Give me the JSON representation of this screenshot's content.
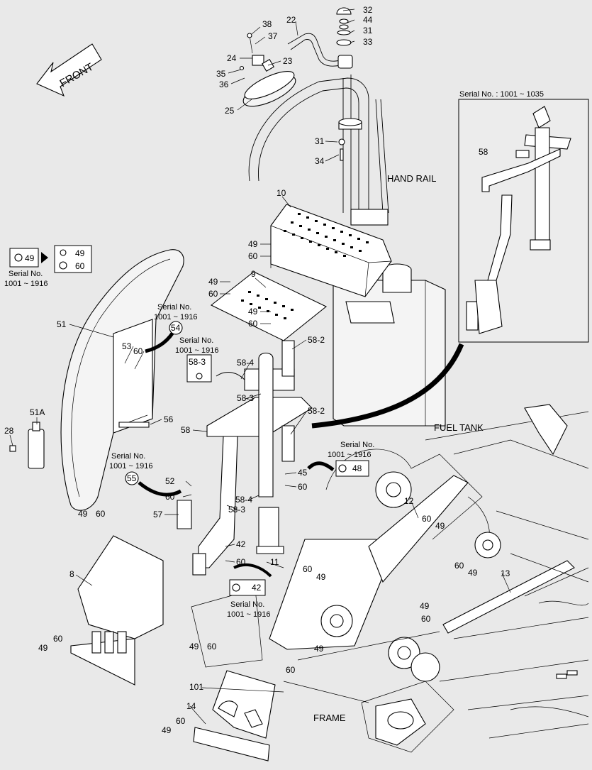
{
  "front_label": "FRONT",
  "labels": {
    "hand_rail": "HAND RAIL",
    "fuel_tank": "FUEL TANK",
    "frame": "FRAME",
    "serial_no": "Serial No.",
    "inset_serial": "Serial No. : 1001 ~ 1035",
    "range_1916": "1001 ~ 1916"
  },
  "circled": {
    "c54": "54",
    "c55": "55"
  },
  "boxed": {
    "b583": "58-3",
    "b48": "48",
    "b42": "42",
    "b49": "49",
    "b49b": "49",
    "b60b": "60"
  },
  "callouts": {
    "n32": "32",
    "n44": "44",
    "n31a": "31",
    "n33": "33",
    "n38": "38",
    "n22": "22",
    "n37": "37",
    "n24": "24",
    "n23": "23",
    "n35": "35",
    "n36": "36",
    "n25": "25",
    "n31b": "31",
    "n34": "34",
    "n10": "10",
    "n49a": "49",
    "n60a": "60",
    "n49b": "49",
    "n60b": "60",
    "n9": "9",
    "n49c": "49",
    "n60c": "60",
    "n51": "51",
    "n53": "53",
    "n60d": "60",
    "n582a": "58-2",
    "n584a": "58-4",
    "n583a": "58-3",
    "n58a": "58",
    "n56": "56",
    "n582b": "58-2",
    "n51a": "51A",
    "n28": "28",
    "n45": "45",
    "n60e": "60",
    "n52": "52",
    "n60f": "60",
    "n57": "57",
    "n583b": "58-3",
    "n584b": "58-4",
    "n12": "12",
    "n60g": "60",
    "n49d": "49",
    "n49e": "49",
    "n60h": "60",
    "n42": "42",
    "n60i": "60",
    "n11": "11",
    "n60j": "60",
    "n49f": "49",
    "n60k": "60",
    "n49g": "49",
    "n8": "8",
    "n13": "13",
    "n49h": "49",
    "n60l": "60",
    "n60m": "60",
    "n49i": "49",
    "n49j": "49",
    "n60n": "60",
    "n60o": "60",
    "n49k": "49",
    "n101": "101",
    "n14": "14",
    "n49l": "49",
    "n60p": "60",
    "n58b": "58"
  }
}
